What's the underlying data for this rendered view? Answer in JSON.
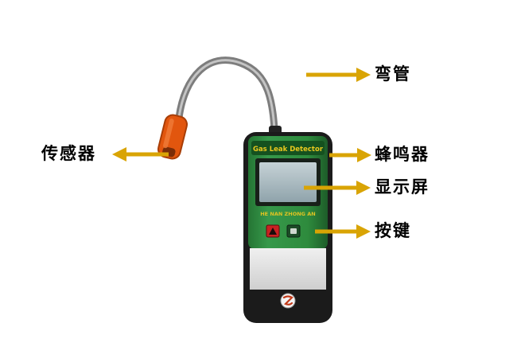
{
  "labels": {
    "tube": "弯管",
    "sensor": "传感器",
    "buzzer": "蜂鸣器",
    "display": "显示屏",
    "keys": "按键"
  },
  "device": {
    "header_text": "Gas Leak Detector",
    "screen_caption": "HE NAN ZHONG AN"
  },
  "colors": {
    "arrow": "#D9A404",
    "label_text": "#000000",
    "body_green": "#2E8B3D",
    "sensor_orange": "#E2560E"
  }
}
